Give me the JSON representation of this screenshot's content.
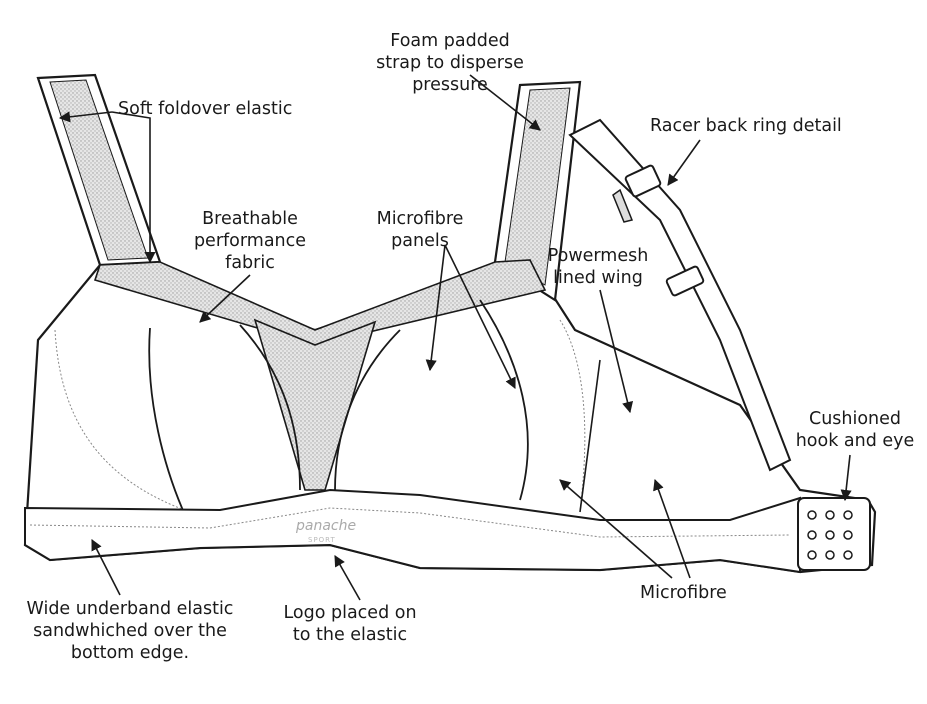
{
  "logo": {
    "brand": "panache",
    "sub": "SPORT"
  },
  "labels": {
    "soft_foldover": "Soft foldover elastic",
    "foam_strap": [
      "Foam padded",
      "strap to disperse",
      "pressure"
    ],
    "racer_back": "Racer back ring detail",
    "breathable": [
      "Breathable",
      "performance",
      "fabric"
    ],
    "microfibre_panels": [
      "Microfibre",
      "panels"
    ],
    "powermesh": [
      "Powermesh",
      "lined wing"
    ],
    "cushioned": [
      "Cushioned",
      "hook and eye"
    ],
    "microfibre": "Microfibre",
    "underband": [
      "Wide underband elastic",
      "sandwhiched over the",
      "bottom edge."
    ],
    "logo_placed": [
      "Logo placed on",
      "to the elastic"
    ]
  }
}
